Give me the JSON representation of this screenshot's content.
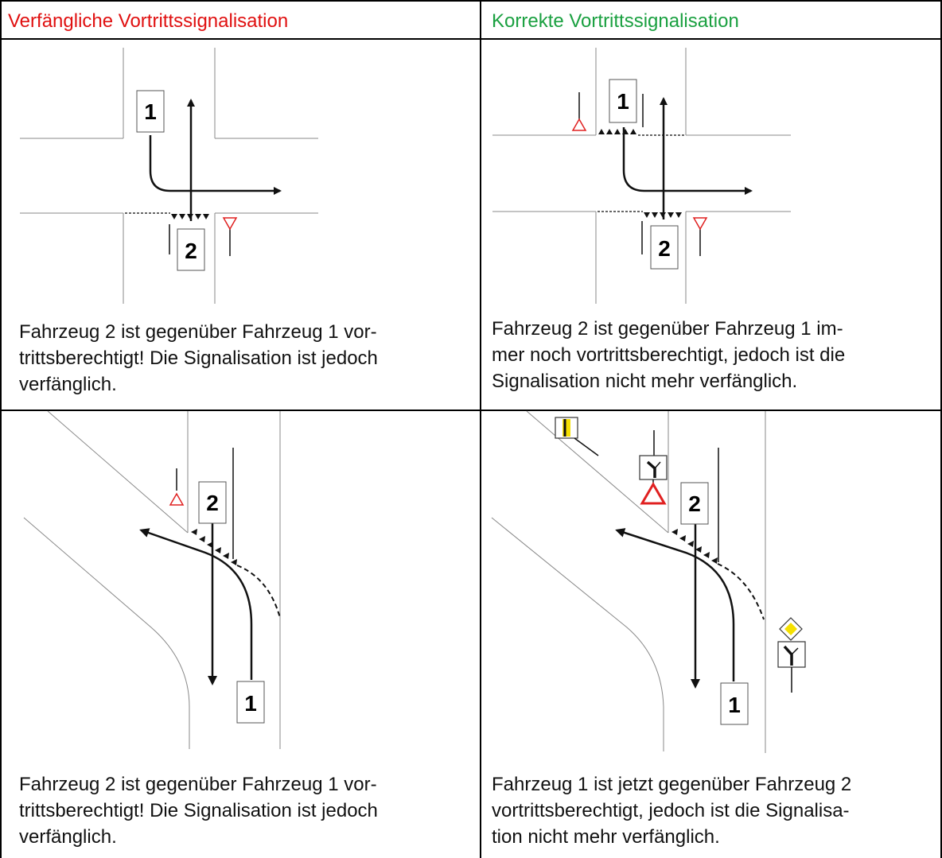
{
  "headers": {
    "left": "Verfängliche Vortrittssignalisation",
    "left_color": "#e01010",
    "right": "Korrekte Vortrittssignalisation",
    "right_color": "#1aa040"
  },
  "cells": {
    "top_left": {
      "lines": [
        "Fahrzeug 2 ist gegenüber Fahrzeug 1 vor-",
        "trittsberechtigt! Die Signalisation ist jedoch",
        "verfänglich."
      ],
      "label_a": "1",
      "label_b": "2"
    },
    "top_right": {
      "lines": [
        "Fahrzeug 2 ist gegenüber Fahrzeug 1 im-",
        "mer noch vortrittsberechtigt, jedoch ist die",
        "Signalisation nicht mehr verfänglich."
      ],
      "label_a": "1",
      "label_b": "2"
    },
    "bottom_left": {
      "lines": [
        "Fahrzeug 2 ist gegenüber Fahrzeug 1 vor-",
        "trittsberechtigt! Die Signalisation ist jedoch",
        "verfänglich."
      ],
      "label_a": "1",
      "label_b": "2"
    },
    "bottom_right": {
      "lines": [
        "Fahrzeug 1 ist jetzt gegenüber Fahrzeug 2",
        "vortrittsberechtigt, jedoch ist die Signalisa-",
        "tion nicht mehr verfänglich."
      ],
      "label_a": "1",
      "label_b": "2"
    }
  },
  "colors": {
    "yield_sign": "#e02020",
    "priority_sign": "#f5e000"
  }
}
